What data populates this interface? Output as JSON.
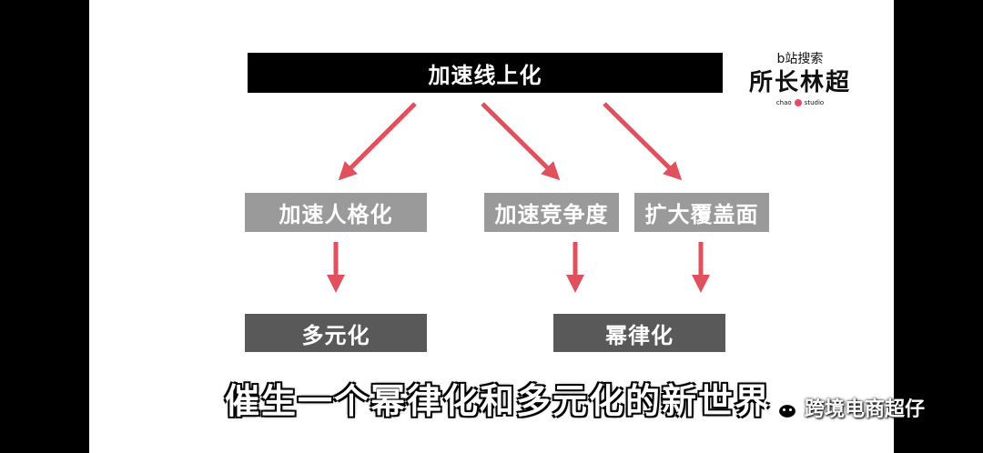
{
  "diagram": {
    "top": "加速线上化",
    "middle": [
      "加速人格化",
      "加速竞争度",
      "扩大覆盖面"
    ],
    "bottom": [
      "多元化",
      "幂律化"
    ]
  },
  "logo": {
    "search_text": "b站搜索",
    "name": "所长林超",
    "studio_left": "chao",
    "studio_right": "studio"
  },
  "subtitle": "催生一个幂律化和多元化的新世界",
  "watermark": {
    "icon": "wechat-icon",
    "text": "跨境电商超仔"
  },
  "colors": {
    "arrow": "#e0505d",
    "top_box": "#000000",
    "middle_box": "#9a9a9a",
    "bottom_box": "#595959"
  }
}
